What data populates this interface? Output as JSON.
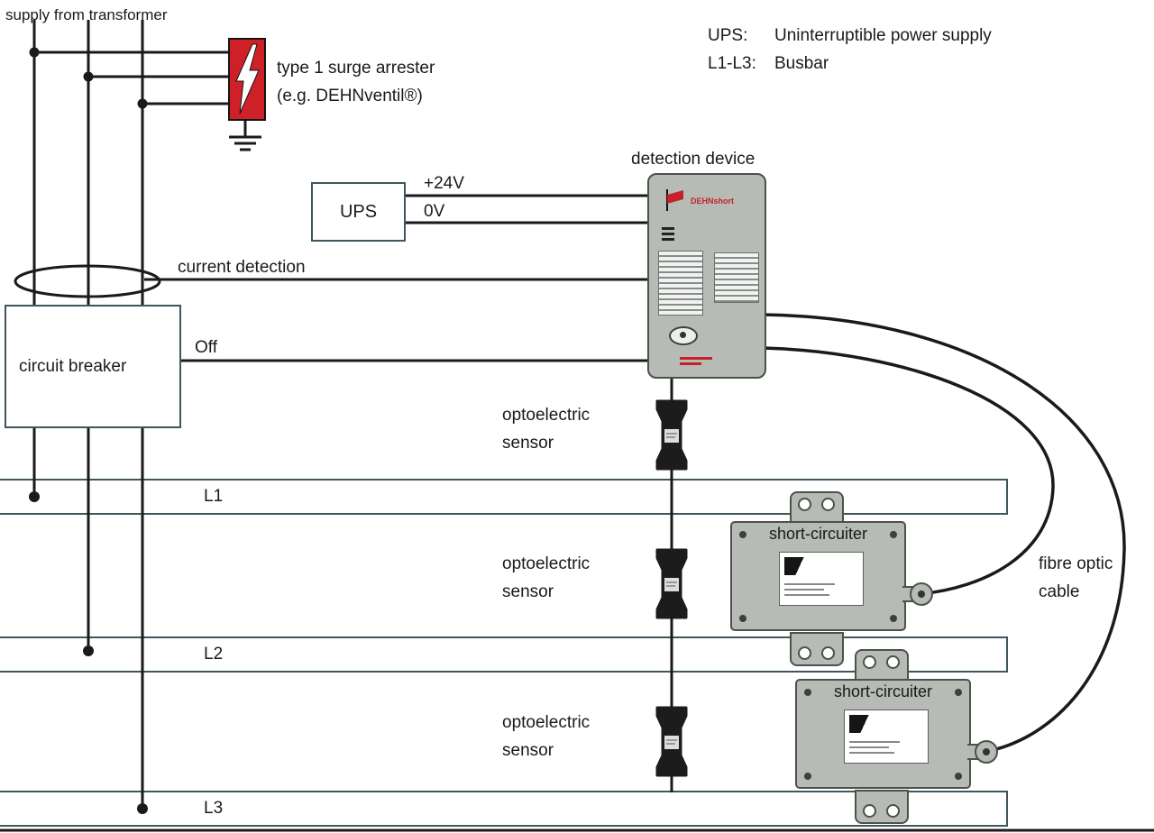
{
  "title": "supply from transformer",
  "legend": {
    "ups_key": "UPS:",
    "ups_value": "Uninterruptible power supply",
    "busbar_key": "L1-L3:",
    "busbar_value": "Busbar"
  },
  "surge_arrester": {
    "label_line1": "type 1 surge arrester",
    "label_line2": "(e.g. DEHNventil®)"
  },
  "ups_box": {
    "label": "UPS"
  },
  "wires": {
    "plus24v": "+24V",
    "zerov": "0V",
    "current_detection": "current detection",
    "off": "Off"
  },
  "circuit_breaker": {
    "label": "circuit breaker"
  },
  "detection_device": {
    "label": "detection device",
    "brand": "DEHNshort"
  },
  "sensors": [
    {
      "label": "optoelectric sensor"
    },
    {
      "label": "optoelectric sensor"
    },
    {
      "label": "optoelectric sensor"
    }
  ],
  "busbars": [
    {
      "label": "L1"
    },
    {
      "label": "L2"
    },
    {
      "label": "L3"
    }
  ],
  "short_circuiters": [
    {
      "label": "short-circuiter"
    },
    {
      "label": "short-circuiter"
    }
  ],
  "fibre_optic": {
    "label": "fibre optic cable"
  },
  "colors": {
    "line": "#1a1a1a",
    "arrester_red": "#ce2027",
    "device_gray": "#b6bbb5",
    "box_border": "#3f565c",
    "brand_red": "#c8202a"
  }
}
